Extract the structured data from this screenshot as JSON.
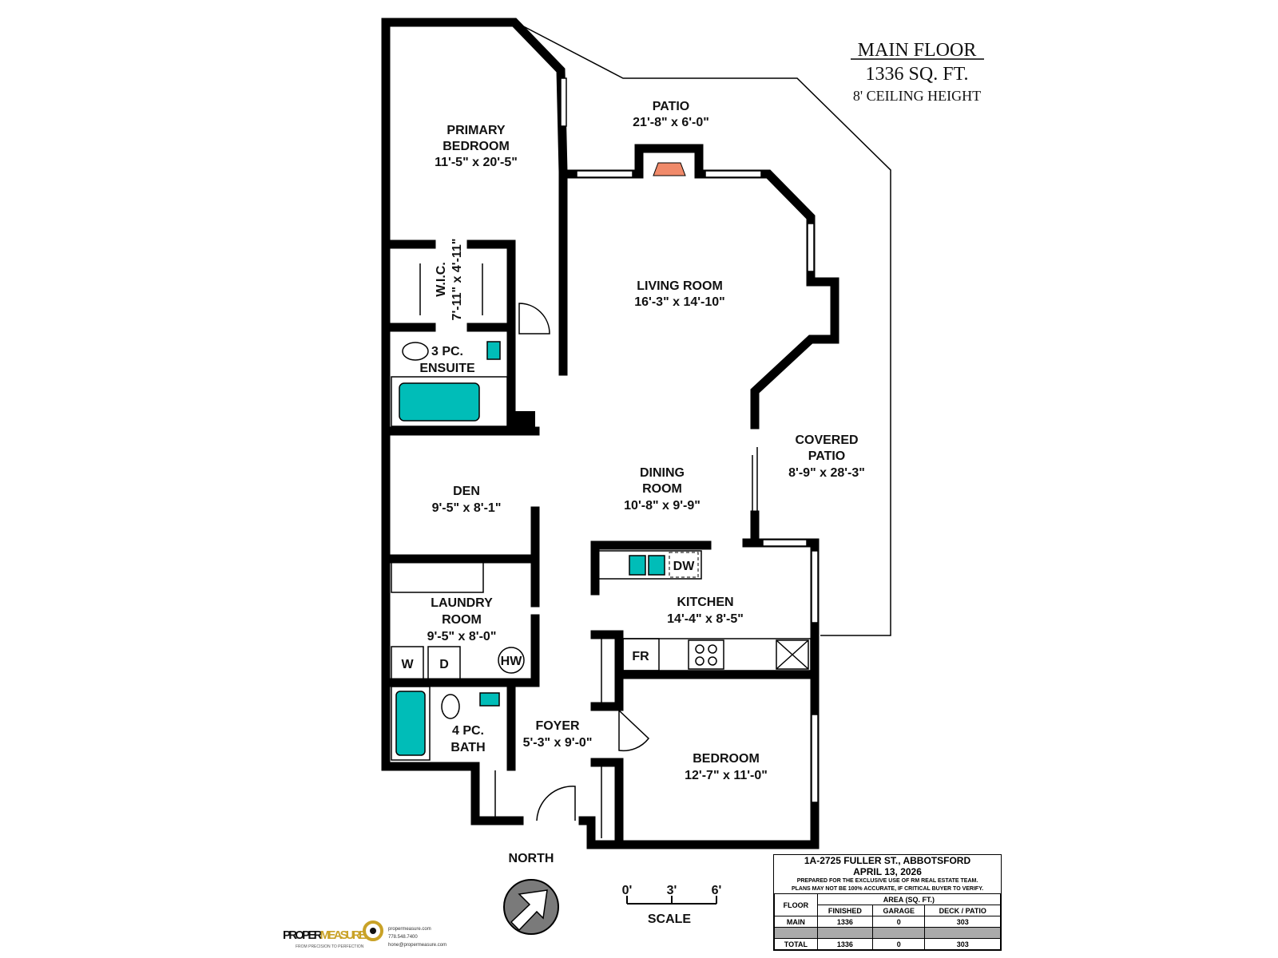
{
  "title": {
    "floor": "MAIN FLOOR",
    "area": "1336 SQ. FT.",
    "ceiling": "8' CEILING HEIGHT"
  },
  "rooms": [
    {
      "name": "PRIMARY",
      "name2": "BEDROOM",
      "dims": "11'-5\" x 20'-5\""
    },
    {
      "name": "PATIO",
      "dims": "21'-8\" x 6'-0\""
    },
    {
      "name": "W.I.C.",
      "dims": "7'-11\" x 4'-11\""
    },
    {
      "name": "LIVING ROOM",
      "dims": "16'-3\" x 14'-10\""
    },
    {
      "name": "3 PC.",
      "name2": "ENSUITE"
    },
    {
      "name": "COVERED",
      "name2": "PATIO",
      "dims": "8'-9\" x 28'-3\""
    },
    {
      "name": "DEN",
      "dims": "9'-5\" x 8'-1\""
    },
    {
      "name": "DINING",
      "name2": "ROOM",
      "dims": "10'-8\" x 9'-9\""
    },
    {
      "name": "LAUNDRY",
      "name2": "ROOM",
      "dims": "9'-5\" x 8'-0\""
    },
    {
      "name": "KITCHEN",
      "dims": "14'-4\" x 8'-5\""
    },
    {
      "name": "FOYER",
      "dims": "5'-3\" x 9'-0\""
    },
    {
      "name": "4 PC.",
      "name2": "BATH"
    },
    {
      "name": "BEDROOM",
      "dims": "12'-7\" x 11'-0\""
    }
  ],
  "fixtures": {
    "dw": "DW",
    "fr": "FR",
    "w": "W",
    "d": "D",
    "hw": "HW"
  },
  "north": "NORTH",
  "scale": {
    "t0": "0'",
    "t1": "3'",
    "t2": "6'",
    "label": "SCALE"
  },
  "info": {
    "address": "1A-2725 FULLER ST., ABBOTSFORD",
    "date": "APRIL 13, 2026",
    "note1": "PREPARED FOR THE EXCLUSIVE USE OF RM REAL ESTATE TEAM.",
    "note2": "PLANS MAY NOT BE 100% ACCURATE, IF CRITICAL BUYER TO VERIFY.",
    "table": {
      "floor_header": "FLOOR",
      "area_header": "AREA (SQ. FT.)",
      "columns": [
        "FINISHED",
        "GARAGE",
        "DECK / PATIO"
      ],
      "rows": [
        {
          "floor": "MAIN",
          "values": [
            "1336",
            "0",
            "303"
          ]
        },
        {
          "floor": "TOTAL",
          "values": [
            "1336",
            "0",
            "303"
          ]
        }
      ]
    }
  },
  "logo": {
    "brand": "PROPERMEASURE",
    "tagline": "FROM PRECISION TO PERFECTION",
    "website": "propermeasure.com",
    "phone": "778.548.7400",
    "email": "hone@propermeasure.com"
  },
  "colors": {
    "fixture": "#00bdb8",
    "fireplace": "#f08a6a",
    "logo_gold": "#c9a227"
  }
}
